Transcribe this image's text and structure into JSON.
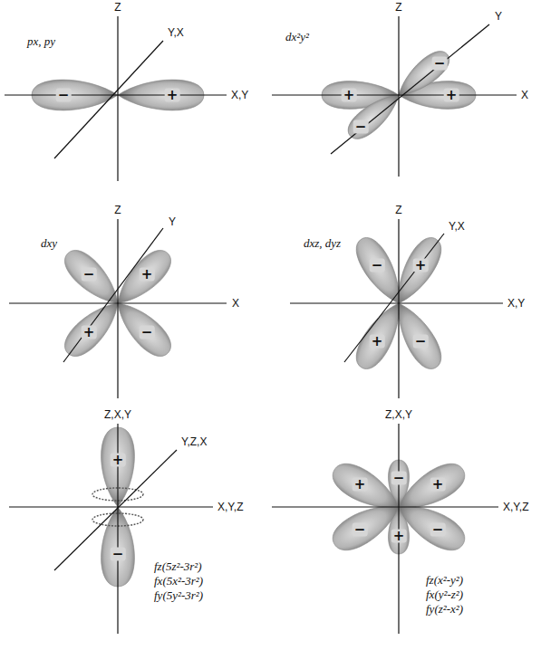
{
  "diagram": {
    "labels": [
      "Z",
      "Y,X",
      "X,Y",
      "px, py",
      "−",
      "+",
      "Z",
      "Y",
      "X",
      "dx²y²",
      "+",
      "−",
      "−",
      "+",
      "Z",
      "Y",
      "X",
      "dxy",
      "−",
      "+",
      "+",
      "−",
      "Z",
      "Y,X",
      "X,Y",
      "dxz, dyz",
      "−",
      "+",
      "+",
      "−",
      "Z,X,Y",
      "Y,Z,X",
      "X,Y,Z",
      "+",
      "−",
      "fz(5z²-3r²)",
      "fx(5x²-3r²)",
      "fy(5y²-3r²)",
      "Z,X,Y",
      "X,Y,Z",
      "−",
      "+",
      "+",
      "−",
      "−",
      "+",
      "fz(x²-y²)",
      "fx(y²-z²)",
      "fy(z²-x²)"
    ]
  }
}
